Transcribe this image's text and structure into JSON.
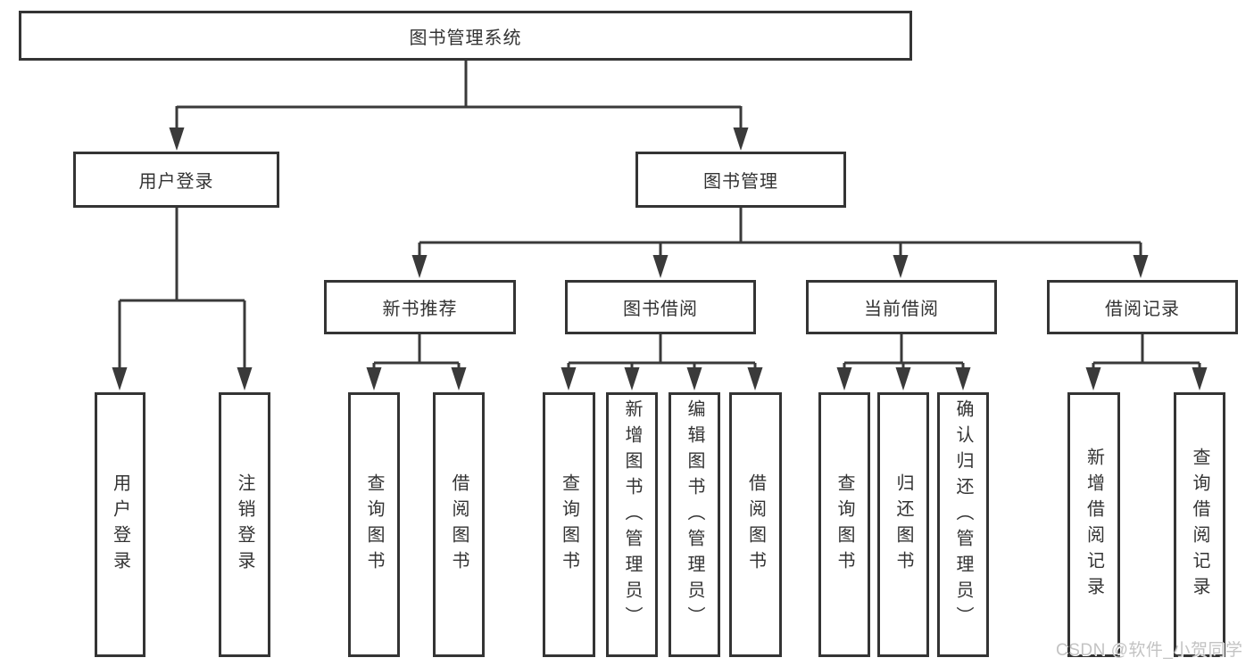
{
  "tree": {
    "root": {
      "label": "图书管理系统",
      "children": [
        {
          "label": "用户登录",
          "children": [
            {
              "label": "用户登录"
            },
            {
              "label": "注销登录"
            }
          ]
        },
        {
          "label": "图书管理",
          "children": [
            {
              "label": "新书推荐",
              "children": [
                {
                  "label": "查询图书"
                },
                {
                  "label": "借阅图书"
                }
              ]
            },
            {
              "label": "图书借阅",
              "children": [
                {
                  "label": "查询图书"
                },
                {
                  "label": "新增图书（管理员）"
                },
                {
                  "label": "编辑图书（管理员）"
                },
                {
                  "label": "借阅图书"
                }
              ]
            },
            {
              "label": "当前借阅",
              "children": [
                {
                  "label": "查询图书"
                },
                {
                  "label": "归还图书"
                },
                {
                  "label": "确认归还（管理员）"
                }
              ]
            },
            {
              "label": "借阅记录",
              "children": [
                {
                  "label": "新增借阅记录"
                },
                {
                  "label": "查询借阅记录"
                }
              ]
            }
          ]
        }
      ]
    }
  },
  "watermark": "CSDN @软件_小贺同学",
  "colors": {
    "line": "#3a3a3a",
    "box_border": "#343434",
    "text": "#333333",
    "background": "#ffffff",
    "watermark": "#c3c3c3"
  }
}
